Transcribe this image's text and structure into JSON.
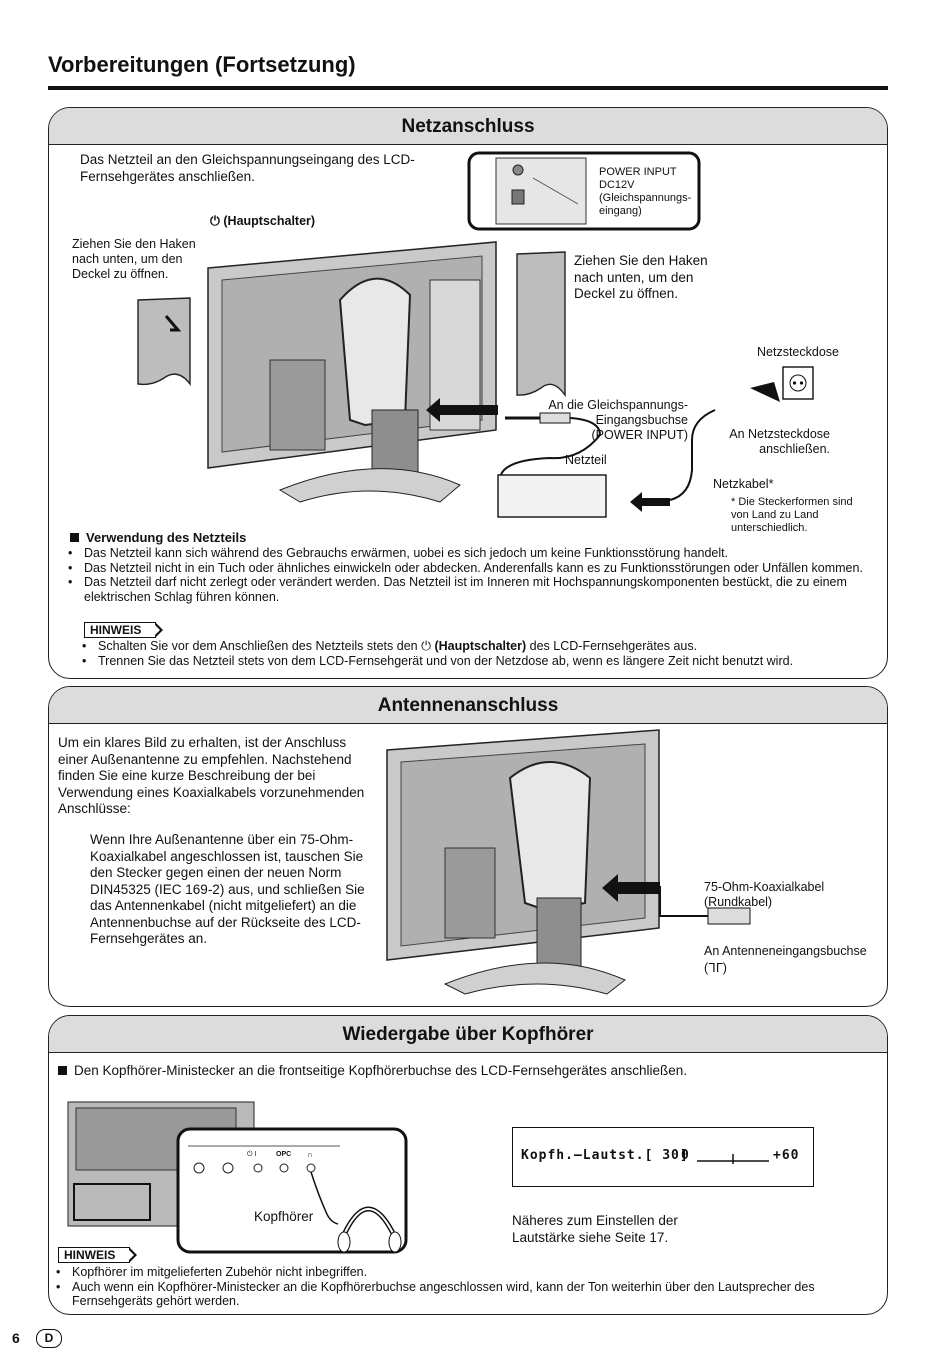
{
  "page": {
    "title": "Vorbereitungen (Fortsetzung)",
    "number": "6",
    "lang_badge": "D"
  },
  "netz": {
    "heading": "Netzanschluss",
    "intro": "Das Netzteil an den Gleichspannungseingang des LCD-Fernsehgerätes anschließen.",
    "switch_label": "(Hauptschalter)",
    "switch_symbol": "⏻",
    "hook_left": "Ziehen Sie den Haken nach unten, um den Deckel zu öffnen.",
    "hook_right": "Ziehen Sie den Haken nach unten, um den Deckel zu öffnen.",
    "inset_label_1": "POWER INPUT",
    "inset_label_2": "DC12V",
    "inset_label_3": "(Gleichspannungs-",
    "inset_label_4": "eingang)",
    "socket_label": "Netzsteckdose",
    "dc_label_1": "An die Gleichspannungs-",
    "dc_label_2": "Eingangsbuchse",
    "dc_label_3": "(POWER INPUT)",
    "mains_label_1": "An Netzsteckdose",
    "mains_label_2": "anschließen.",
    "adapter_label": "Netzteil",
    "cable_label": "Netzkabel*",
    "footnote": "* Die Steckerformen sind von Land zu Land unterschiedlich.",
    "usage_heading": "Verwendung des Netzteils",
    "usage_items": [
      "Das Netzteil kann sich während des Gebrauchs erwärmen, uobei es sich jedoch um keine Funktionsstörung handelt.",
      "Das Netzteil nicht in ein Tuch oder ähnliches einwickeln oder abdecken. Anderenfalls kann es zu Funktionsstörungen oder Unfällen kommen.",
      "Das Netzteil darf nicht zerlegt oder verändert werden. Das Netzteil ist im Inneren mit Hochspannungskomponenten bestückt, die zu einem elektrischen Schlag führen können."
    ],
    "hinweis_label": "HINWEIS",
    "hinweis_1_pre": "Schalten Sie vor dem Anschließen des Netzteils stets den",
    "hinweis_1_bold": "(Hauptschalter)",
    "hinweis_1_post": "des LCD-Fernsehgerätes aus.",
    "hinweis_2": "Trennen Sie das Netzteil stets von dem LCD-Fernsehgerät und von der Netzdose ab, wenn es längere Zeit nicht benutzt wird."
  },
  "antenne": {
    "heading": "Antennenanschluss",
    "intro": "Um ein klares Bild zu erhalten, ist der Anschluss einer Außenantenne zu empfehlen. Nachstehend finden Sie eine kurze Beschreibung der bei Verwendung eines Koaxialkabels vorzunehmenden Anschlüsse:",
    "body": "Wenn Ihre Außenantenne über ein 75-Ohm-Koaxialkabel angeschlossen ist, tauschen Sie den Stecker gegen einen der neuen Norm DIN45325 (IEC 169-2) aus, und schließen Sie das Antennenkabel (nicht mitgeliefert) an die Antennenbuchse auf der Rückseite des LCD-Fernsehgerätes an.",
    "coax_label_1": "75-Ohm-Koaxialkabel",
    "coax_label_2": "(Rundkabel)",
    "jack_label": "An Antenneneingangsbuchse",
    "jack_symbol": "(ᒣᒥ)"
  },
  "kopf": {
    "heading": "Wiedergabe über Kopfhörer",
    "intro": "Den Kopfhörer-Ministecker an die frontseitige Kopfhörerbuchse des LCD-Fernsehgerätes anschließen.",
    "panel_label_power": "⏻ I",
    "panel_label_opc": "OPC",
    "panel_label_phones": "∩",
    "headphone_label": "Kopfhörer",
    "osd_label": "Kopfh.–Lautst.[ 30]",
    "osd_min": "0",
    "osd_max": "+60",
    "osd_level": 0.5,
    "note": "Näheres zum Einstellen der Lautstärke siehe Seite 17.",
    "hinweis_label": "HINWEIS",
    "hinweis_items": [
      "Kopfhörer im mitgelieferten Zubehör nicht inbegriffen.",
      "Auch wenn ein Kopfhörer-Ministecker an die Kopfhörerbuchse angeschlossen wird, kann der Ton weiterhin über den Lautsprecher des Fernsehgeräts gehört werden."
    ]
  }
}
